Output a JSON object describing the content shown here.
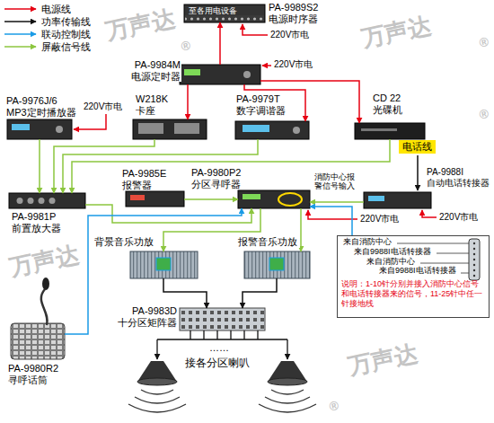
{
  "diagram": {
    "nodes": [
      {
        "text": [
          "PA-9989S2 电源时序器"
        ]
      },
      {
        "text": [
          "PA-9984M 电源定时器"
        ]
      },
      {
        "text": [
          "PA-9976J/6 MP3定时播放器"
        ]
      },
      {
        "text": [
          "W218K 卡座"
        ]
      },
      {
        "text": [
          "PA-9979T 数字调谐器"
        ]
      },
      {
        "text": [
          "CD 22 光碟机"
        ]
      },
      {
        "text": [
          "PA-9985E 报警器"
        ]
      },
      {
        "text": [
          "PA-9980P2 分区寻呼器"
        ]
      },
      {
        "text": [
          "PA-9988I 自动电话转接器"
        ]
      },
      {
        "text": [
          "PA-9981P 前置放大器"
        ]
      },
      {
        "text": [
          "背景音乐功放"
        ]
      },
      {
        "text": [
          "报警音乐功放"
        ]
      },
      {
        "text": [
          "PA-9983D 十分区矩阵器"
        ]
      },
      {
        "text": [
          "PA-9980R2 寻呼话筒"
        ]
      },
      {
        "text": [
          "来自消防中心",
          "来自9988I电话转接器",
          "来自消防中心",
          "来自9988I电话转接器",
          "说明：1-10针分别并接入消防中心信号和电话转接器来的信号，11-25针中任一针接地线"
        ]
      }
    ],
    "edges": [
      {
        "from": 1,
        "to": 0,
        "arrow": "to"
      },
      {
        "from": 1,
        "to": 3,
        "arrow": "to"
      },
      {
        "from": 1,
        "to": 4,
        "arrow": "to"
      },
      {
        "from": 1,
        "to": 5,
        "arrow": "to"
      },
      {
        "from": 2,
        "to": 9,
        "arrow": "to"
      },
      {
        "from": 3,
        "to": 9,
        "arrow": "to"
      },
      {
        "from": 4,
        "to": 9,
        "arrow": "to"
      },
      {
        "from": 5,
        "to": 9,
        "arrow": "to"
      },
      {
        "from": 9,
        "to": 7,
        "arrow": "to"
      },
      {
        "from": 6,
        "to": 7,
        "arrow": "to"
      },
      {
        "from": 8,
        "to": 7,
        "arrow": "to"
      },
      {
        "from": 7,
        "to": 10,
        "arrow": "to"
      },
      {
        "from": 7,
        "to": 11,
        "arrow": "to"
      },
      {
        "from": 10,
        "to": 12,
        "arrow": "to"
      },
      {
        "from": 11,
        "to": 12,
        "arrow": "to"
      },
      {
        "from": 13,
        "to": 7,
        "arrow": "to"
      },
      {
        "from": 14,
        "to": 7,
        "arrow": "to"
      }
    ],
    "labels": [
      "至各用电设备",
      "220V市电",
      "220V市电",
      "220V市电",
      "消防中心报警信号输入",
      "220V市电",
      "电话线",
      "220V市电",
      "……",
      "接各分区喇叭",
      "万声达",
      "万声达",
      "万声达",
      "万声达",
      "®",
      "®",
      "®",
      "®"
    ],
    "legend": [
      {
        "text": "电源线"
      },
      {
        "text": "功率传输线"
      },
      {
        "text": "联动控制线"
      },
      {
        "text": "屏蔽信号线"
      }
    ]
  }
}
